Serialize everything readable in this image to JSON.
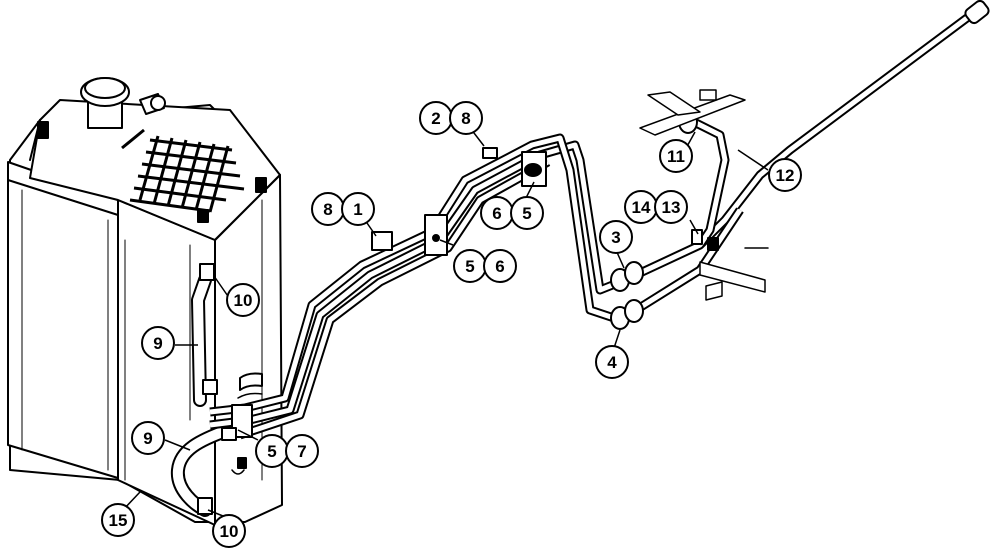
{
  "callouts": [
    {
      "id": "c-2",
      "label": "2"
    },
    {
      "id": "c-8a",
      "label": "8"
    },
    {
      "id": "c-8b",
      "label": "8"
    },
    {
      "id": "c-1",
      "label": "1"
    },
    {
      "id": "c-6a",
      "label": "6"
    },
    {
      "id": "c-5a",
      "label": "5"
    },
    {
      "id": "c-5b",
      "label": "5"
    },
    {
      "id": "c-6b",
      "label": "6"
    },
    {
      "id": "c-11",
      "label": "11"
    },
    {
      "id": "c-12",
      "label": "12"
    },
    {
      "id": "c-14",
      "label": "14"
    },
    {
      "id": "c-13",
      "label": "13"
    },
    {
      "id": "c-3",
      "label": "3"
    },
    {
      "id": "c-4",
      "label": "4"
    },
    {
      "id": "c-10a",
      "label": "10"
    },
    {
      "id": "c-9a",
      "label": "9"
    },
    {
      "id": "c-9b",
      "label": "9"
    },
    {
      "id": "c-5c",
      "label": "5"
    },
    {
      "id": "c-7",
      "label": "7"
    },
    {
      "id": "c-15",
      "label": "15"
    },
    {
      "id": "c-10b",
      "label": "10"
    }
  ]
}
